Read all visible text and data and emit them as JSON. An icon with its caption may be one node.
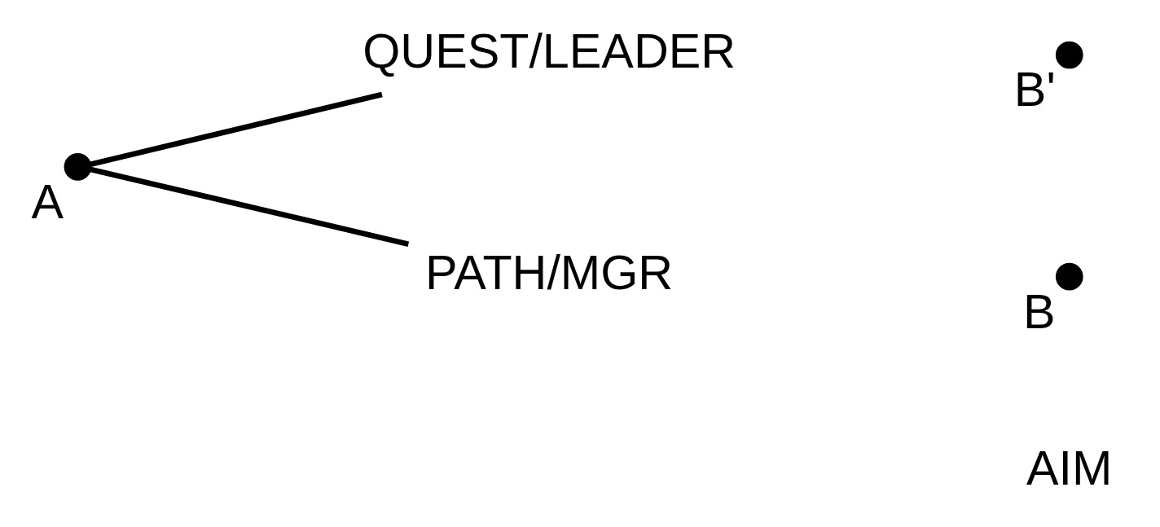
{
  "diagram": {
    "nodes": [
      {
        "text": [
          "A"
        ]
      },
      {
        "text": [
          "QUEST/LEADER"
        ]
      },
      {
        "text": [
          "PATH/MGR"
        ]
      },
      {
        "text": [
          "B'"
        ]
      },
      {
        "text": [
          "B"
        ],
        "beside": [
          "AIM"
        ]
      }
    ],
    "edges": [
      {
        "from": 0,
        "to": 1,
        "arrow": "none"
      },
      {
        "from": 0,
        "to": 2,
        "arrow": "none"
      }
    ]
  }
}
